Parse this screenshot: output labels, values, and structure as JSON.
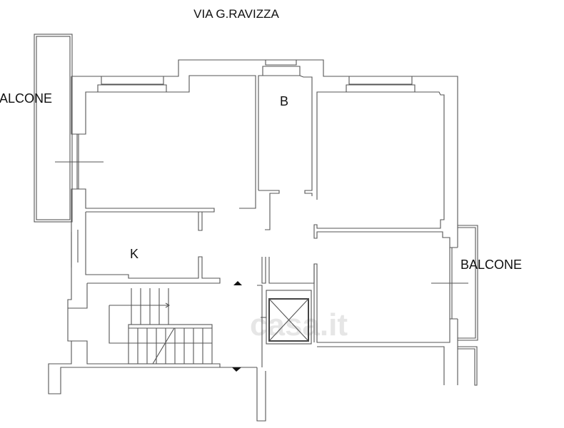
{
  "plan": {
    "street_label": "VIA G.RAVIZZA",
    "rooms": {
      "balcony_left": "BALCONE",
      "bathroom": "B",
      "kitchen": "K",
      "balcony_right": "BALCONE"
    },
    "watermark": "casa.it"
  },
  "colors": {
    "line": "#555555",
    "text": "#111111"
  }
}
